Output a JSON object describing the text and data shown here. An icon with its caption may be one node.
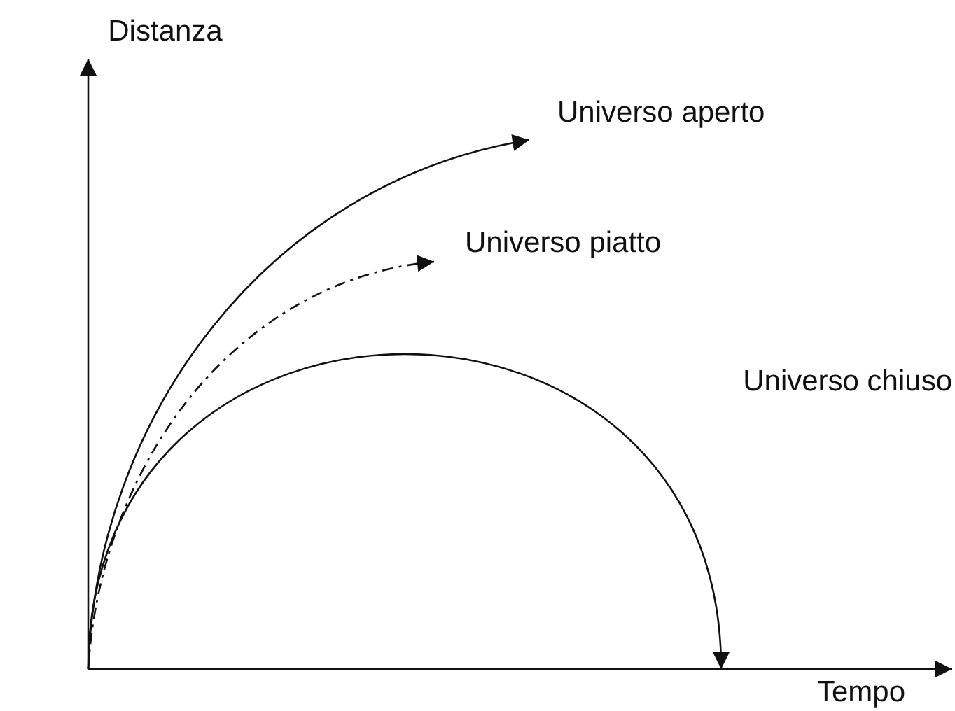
{
  "diagram": {
    "labels": [
      "Distanza",
      "Universo aperto",
      "Universo piatto",
      "Universo chiuso",
      "Tempo"
    ]
  }
}
